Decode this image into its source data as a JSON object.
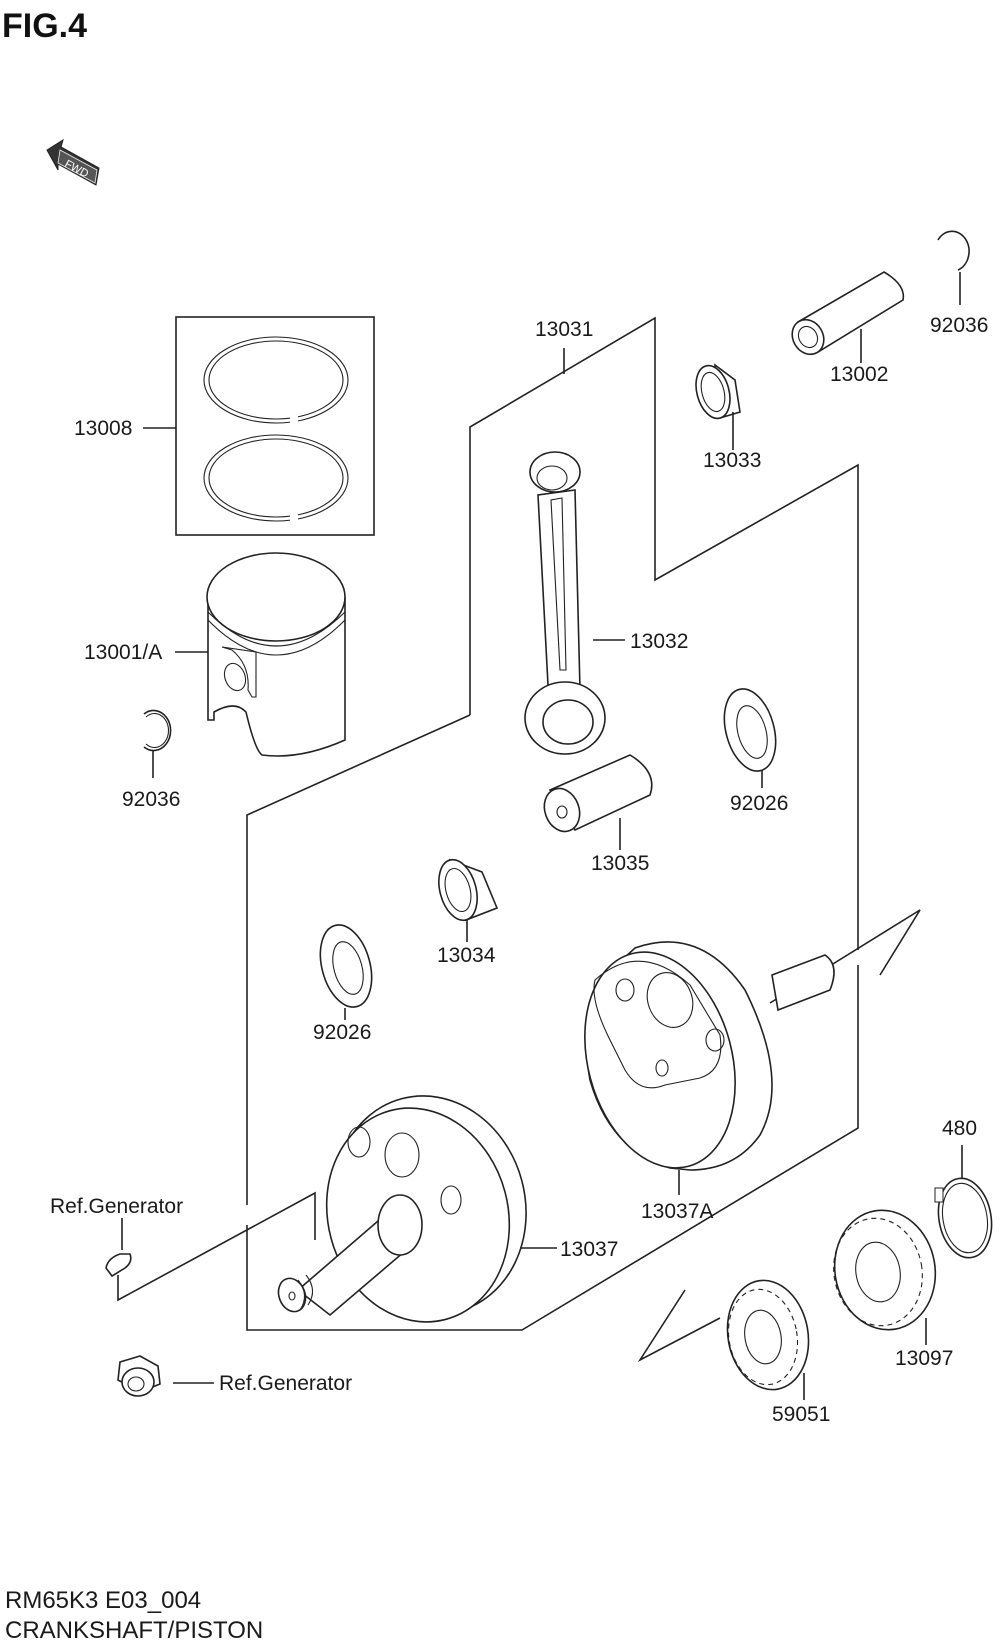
{
  "figure": {
    "title": "FIG.4",
    "direction_indicator": "FWD",
    "model_code": "RM65K3 E03_004",
    "section_title": "CRANKSHAFT/PISTON"
  },
  "parts": [
    {
      "id": "piston-ring-set",
      "number": "13008",
      "description_icon": "piston-rings-icon"
    },
    {
      "id": "piston",
      "number": "13001/A",
      "description_icon": "piston-icon"
    },
    {
      "id": "piston-pin-clip-left",
      "number": "92036",
      "description_icon": "circlip-icon"
    },
    {
      "id": "crankshaft-assembly",
      "number": "13031",
      "description_icon": "assembly-bracket"
    },
    {
      "id": "connecting-rod",
      "number": "13032",
      "description_icon": "connecting-rod-icon"
    },
    {
      "id": "small-end-bearing",
      "number": "13033",
      "description_icon": "needle-bearing-icon"
    },
    {
      "id": "piston-pin",
      "number": "13002",
      "description_icon": "piston-pin-icon"
    },
    {
      "id": "piston-pin-clip-right",
      "number": "92036",
      "description_icon": "circlip-icon"
    },
    {
      "id": "thrust-washer-right",
      "number": "92026",
      "description_icon": "washer-icon"
    },
    {
      "id": "crank-pin",
      "number": "13035",
      "description_icon": "crank-pin-icon"
    },
    {
      "id": "big-end-bearing",
      "number": "13034",
      "description_icon": "needle-bearing-icon"
    },
    {
      "id": "thrust-washer-left",
      "number": "92026",
      "description_icon": "washer-icon"
    },
    {
      "id": "crankshaft-right",
      "number": "13037A",
      "description_icon": "crank-web-icon"
    },
    {
      "id": "crankshaft-left",
      "number": "13037",
      "description_icon": "crank-web-icon"
    },
    {
      "id": "circlip",
      "number": "480",
      "description_icon": "circlip-icon"
    },
    {
      "id": "primary-drive-gear",
      "number": "13097",
      "description_icon": "gear-icon"
    },
    {
      "id": "drive-gear",
      "number": "59051",
      "description_icon": "gear-icon"
    },
    {
      "id": "woodruff-key",
      "number": "Ref.Generator",
      "description_icon": "key-icon"
    },
    {
      "id": "flywheel-nut",
      "number": "Ref.Generator",
      "description_icon": "nut-icon"
    }
  ]
}
